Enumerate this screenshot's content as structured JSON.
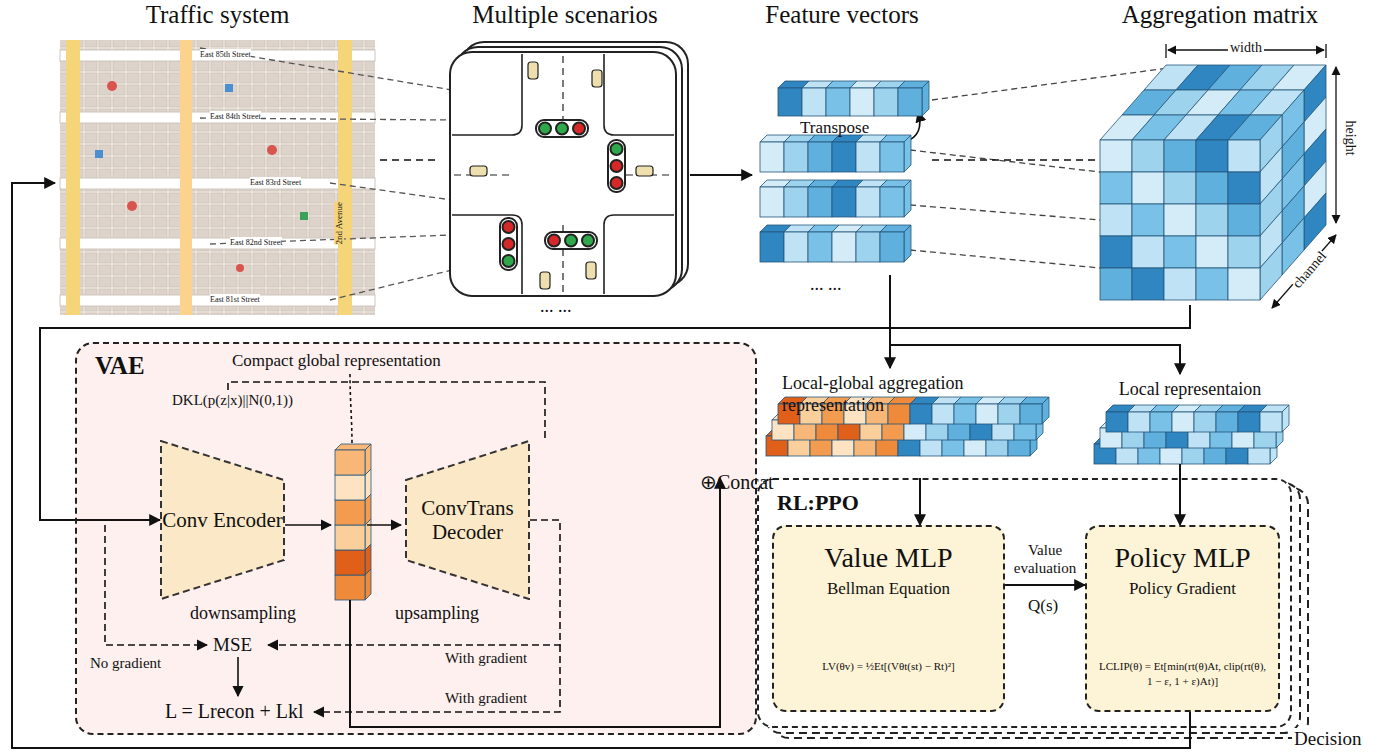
{
  "diagram": {
    "nodes": [
      {
        "text": [
          "Traffic system"
        ]
      },
      {
        "text": [
          "Multiple scenarios"
        ]
      },
      {
        "text": [
          "Feature vectors"
        ]
      },
      {
        "text": [
          "Aggregation matrix"
        ]
      },
      {
        "text": [
          "VAE"
        ]
      },
      {
        "text": [
          "Conv Encoder"
        ],
        "in": 4
      },
      {
        "text": [
          "ConvTrans Decoder"
        ],
        "in": 4
      },
      {
        "text": [
          "Local-global aggregation representation",
          "⊕Concat"
        ]
      },
      {
        "text": [
          "Local representaion"
        ]
      },
      {
        "text": [
          "RL:PPO"
        ]
      },
      {
        "text": [
          "Value MLP",
          "Bellman Equation",
          "LV(θv) = ½Et[(Vθt(st) − Rt)²]"
        ],
        "in": 9
      },
      {
        "text": [
          "Policy MLP",
          "Policy Gradient",
          "LCLIP(θ) = Et[min(rt(θ)At, clip(rt(θ), 1 − ε, 1 + ε)At)]"
        ],
        "in": 9
      }
    ],
    "edges": [
      {
        "from": 0,
        "to": 1,
        "arrow": "none"
      },
      {
        "from": 1,
        "to": 2,
        "arrow": "to"
      },
      {
        "from": 2,
        "to": 3,
        "arrow": "none"
      },
      {
        "from": 3,
        "to": 5,
        "arrow": "to"
      },
      {
        "from": 2,
        "to": 7,
        "arrow": "to"
      },
      {
        "from": 2,
        "to": 8,
        "arrow": "to"
      },
      {
        "from": 4,
        "to": 7,
        "arrow": "to"
      },
      {
        "from": 7,
        "to": 10,
        "arrow": "to"
      },
      {
        "from": 8,
        "to": 11,
        "arrow": "to"
      },
      {
        "from": 10,
        "to": 11,
        "label": "Value evaluation",
        "arrow": "to"
      },
      {
        "from": 11,
        "to": 0,
        "label": "Decision",
        "arrow": "to"
      }
    ],
    "labels": [
      "East 85th Street",
      "East 84th Street",
      "East 83rd Street",
      "East 82nd Street",
      "East 81st Street",
      "2nd Avenue",
      "... ...",
      "Transpose",
      "width",
      "height",
      "channel",
      "... ...",
      "Compact global representation",
      "DKL(p(z|x)||N(0,1))",
      "downsampling",
      "upsampling",
      "MSE",
      "No gradient",
      "With gradient",
      "With gradient",
      "L = Lrecon + Lkl",
      "Q(s)"
    ]
  }
}
